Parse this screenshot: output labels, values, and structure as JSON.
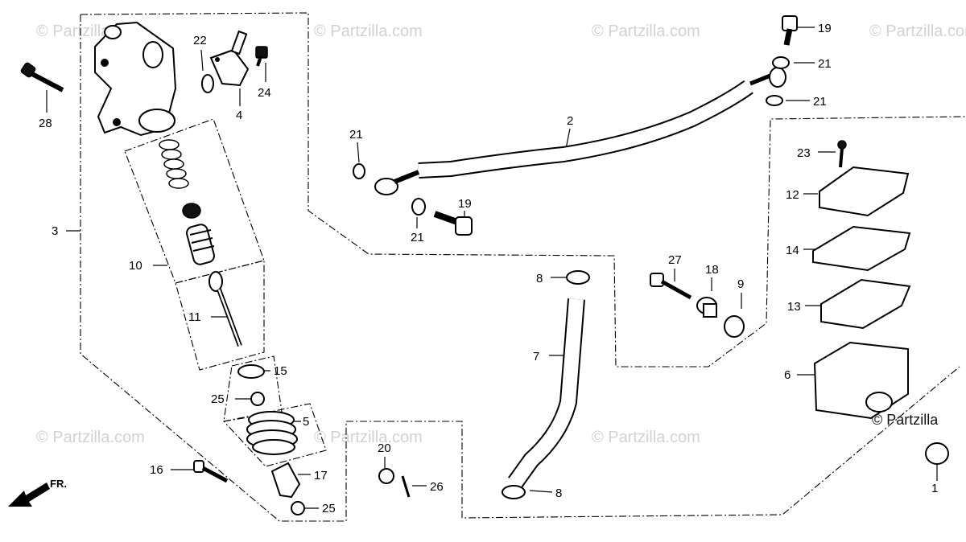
{
  "watermark": "© Partzilla.com",
  "watermark_corner": "© Partzilla",
  "direction_label": "FR.",
  "callouts": {
    "p1": "1",
    "p2": "2",
    "p3": "3",
    "p4": "4",
    "p5": "5",
    "p6": "6",
    "p7": "7",
    "p8a": "8",
    "p8b": "8",
    "p9": "9",
    "p10": "10",
    "p11": "11",
    "p12": "12",
    "p13": "13",
    "p14": "14",
    "p15": "15",
    "p16": "16",
    "p17": "17",
    "p18": "18",
    "p19a": "19",
    "p19b": "19",
    "p20": "20",
    "p21a": "21",
    "p21b": "21",
    "p21c": "21",
    "p21d": "21",
    "p22": "22",
    "p23": "23",
    "p24": "24",
    "p25a": "25",
    "p25b": "25",
    "p26": "26",
    "p27": "27",
    "p28": "28"
  }
}
